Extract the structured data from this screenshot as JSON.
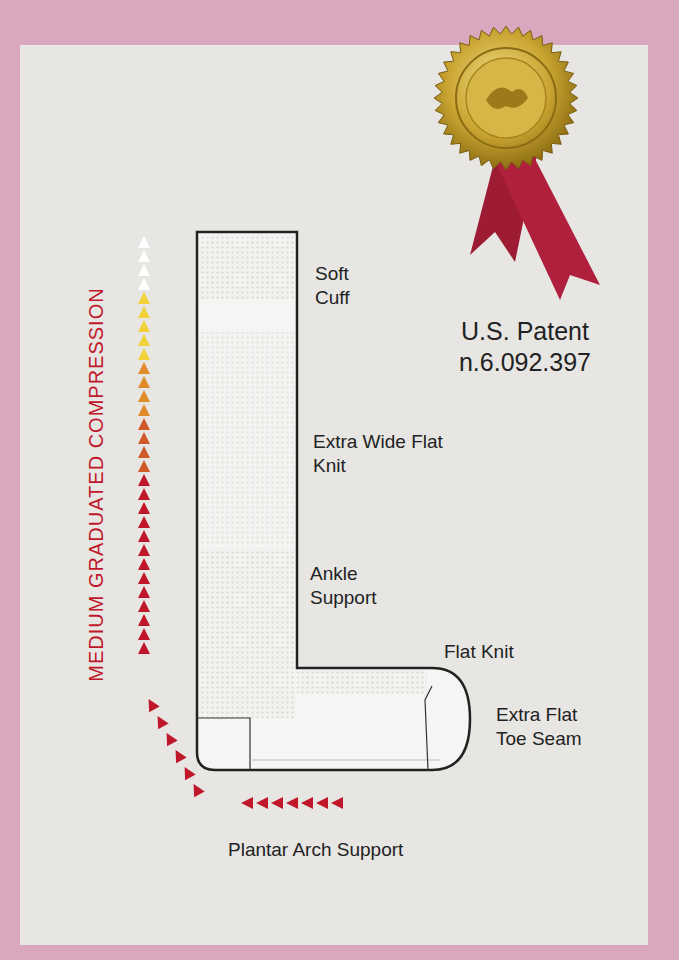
{
  "diagram": {
    "labels": [
      "Soft Cuff",
      "Extra Wide Flat Knit",
      "Ankle Support",
      "Flat Knit",
      "Extra Flat Toe Seam",
      "U.S. Patent n.6.092.397",
      "MEDIUM GRADUATED COMPRESSION",
      "Plantar Arch Support"
    ]
  }
}
